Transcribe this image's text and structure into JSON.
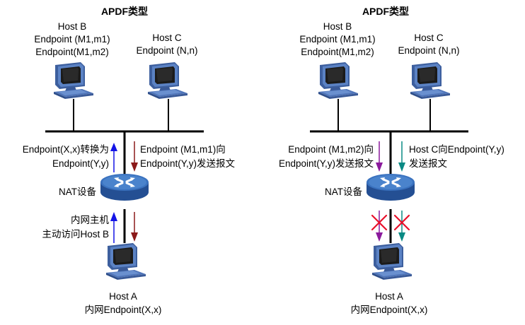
{
  "colors": {
    "blue": "#1414e6",
    "darkred": "#8b1a1a",
    "purple": "#8b1a9c",
    "teal": "#0a8a84",
    "red_x": "#e8102a",
    "monitor_blue": "#4f74b8",
    "router_blue": "#2f62ad"
  },
  "left": {
    "title": "APDF类型",
    "host_b": {
      "name": "Host B",
      "ep1": "Endpoint (M1,m1)",
      "ep2": "Endpoint(M1,m2)"
    },
    "host_c": {
      "name": "Host C",
      "ep": "Endpoint (N,n)"
    },
    "note_translate": {
      "line1": "Endpoint(X,x)转换为",
      "line2": "Endpoint(Y,y)"
    },
    "note_send": {
      "line1": "Endpoint (M1,m1)向",
      "line2": "Endpoint(Y,y)发送报文"
    },
    "nat_label": "NAT设备",
    "note_access": {
      "line1": "内网主机",
      "line2": "主动访问Host B"
    },
    "host_a": {
      "name": "Host A",
      "ep": "内网Endpoint(X,x)"
    }
  },
  "right": {
    "title": "APDF类型",
    "host_b": {
      "name": "Host B",
      "ep1": "Endpoint (M1,m1)",
      "ep2": "Endpoint(M1,m2)"
    },
    "host_c": {
      "name": "Host C",
      "ep": "Endpoint (N,n)"
    },
    "note_m2": {
      "line1": "Endpoint (M1,m2)向",
      "line2": "Endpoint(Y,y)发送报文"
    },
    "note_c": {
      "line1": "Host C向Endpoint(Y,y)",
      "line2": "发送报文"
    },
    "nat_label": "NAT设备",
    "host_a": {
      "name": "Host A",
      "ep": "内网Endpoint(X,x)"
    }
  },
  "icons": [
    "computer-icon",
    "router-icon",
    "blocked-x-icon",
    "arrow-up-icon",
    "arrow-down-icon"
  ]
}
